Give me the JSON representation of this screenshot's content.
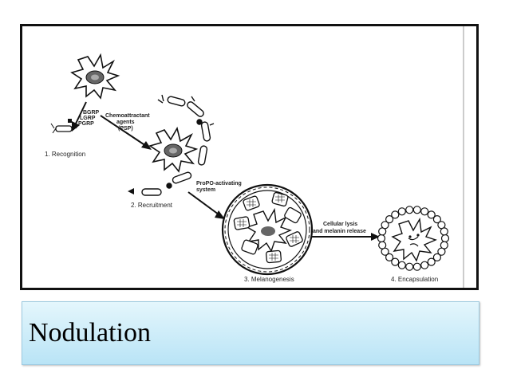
{
  "slide": {
    "title": "Nodulation"
  },
  "diagram": {
    "labels": {
      "receptors": [
        "BGRP",
        "LGRP",
        "PGRP"
      ],
      "chemo": [
        "Chemoattractant",
        "agents",
        "(PSP)"
      ],
      "propo": [
        "ProPO-activating",
        "system"
      ],
      "lysis": [
        "Cellular lysis",
        "and melanin release"
      ]
    },
    "steps": [
      "1. Recognition",
      "2. Recruitment",
      "3. Melanogenesis",
      "4. Encapsulation"
    ]
  },
  "colors": {
    "frame_border": "#111111",
    "title_gradient_top": "#e4f6fc",
    "title_gradient_bottom": "#b9e4f6",
    "ink": "#222222"
  }
}
